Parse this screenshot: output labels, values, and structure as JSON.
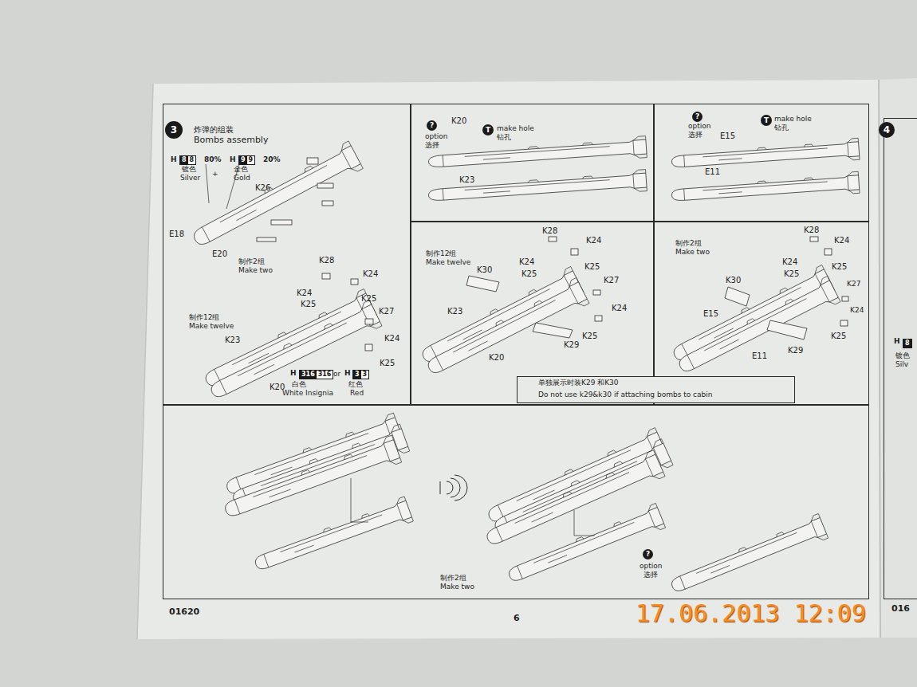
{
  "diagram": {
    "nodes": [
      {
        "text": [
          "炸弹的组装",
          "Bombs assembly",
          "制作2组",
          "Make two",
          "制作12组",
          "Make twelve"
        ]
      },
      {
        "text": [
          "3"
        ],
        "in": 0
      },
      {
        "text": [
          "8",
          "8"
        ],
        "in": 0
      },
      {
        "text": [
          "9",
          "9"
        ],
        "in": 0
      },
      {
        "text": [
          "316",
          "316"
        ],
        "in": 0
      },
      {
        "text": [
          "3",
          "3"
        ],
        "in": 0
      },
      {
        "text": [
          "option",
          "选择",
          "make hole",
          "钻孔"
        ]
      },
      {
        "text": [
          "?"
        ],
        "in": 6
      },
      {
        "text": [
          "T"
        ],
        "in": 6
      },
      {
        "text": [
          "option",
          "选择",
          "make hole",
          "钻孔"
        ]
      },
      {
        "text": [
          "?"
        ],
        "in": 9
      },
      {
        "text": [
          "T"
        ],
        "in": 9
      },
      {
        "text": [
          "制作12组",
          "Make twelve"
        ]
      },
      {
        "text": [
          "制作2组",
          "Make two"
        ]
      },
      {
        "text": [
          "单独展示时装K29 和K30",
          "Do not use k29&k30 if attaching bombs to cabin"
        ]
      },
      {
        "text": [
          "制作2组",
          "Make two",
          "option",
          "选择"
        ]
      },
      {
        "text": [
          "?"
        ],
        "in": 15
      },
      {
        "text": [
          "镀色",
          "Silv"
        ]
      },
      {
        "text": [
          "4"
        ],
        "in": 17
      },
      {
        "text": [
          "8"
        ],
        "in": 17
      }
    ],
    "labels": [
      "H",
      "80%",
      "镀色",
      "Silver",
      "+",
      "H",
      "20%",
      "金色",
      "Gold",
      "K26",
      "E18",
      "E20",
      "K28",
      "K24",
      "K24",
      "K25",
      "K25",
      "K27",
      "K24",
      "K25",
      "K23",
      "K20",
      "H",
      "or",
      "H",
      "白色",
      "White Insignia",
      "红色",
      "Red",
      "K20",
      "K23",
      "E15",
      "E11",
      "K28",
      "K24",
      "K24",
      "K25",
      "K25",
      "K30",
      "K27",
      "K24",
      "K23",
      "K20",
      "K29",
      "K25",
      "K28",
      "K24",
      "K24",
      "K25",
      "K25",
      "K30",
      "K27",
      "K24",
      "E15",
      "E11",
      "K29",
      "K25",
      "01620",
      "6",
      "17.06.2013 12:09",
      "H",
      "016"
    ]
  }
}
